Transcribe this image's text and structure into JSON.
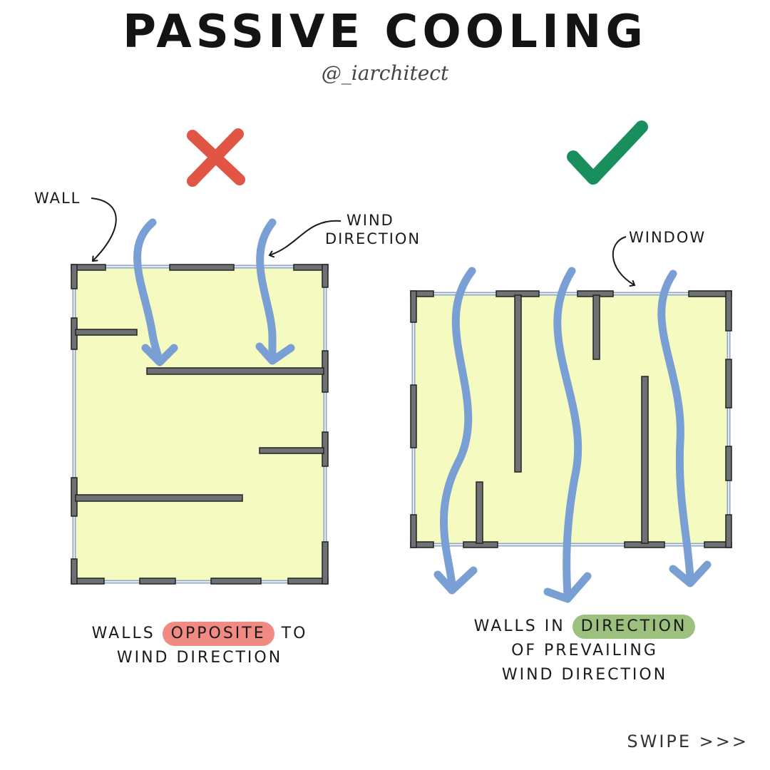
{
  "title": "PASSIVE COOLING",
  "handle": "@_iarchitect",
  "left_panel": {
    "status_icon": "cross-icon",
    "status_color": "#e05544",
    "labels": {
      "wall": "WALL",
      "wind_line1": "WIND",
      "wind_line2": "DIRECTION"
    },
    "caption": {
      "pre": "WALLS",
      "highlight": "OPPOSITE",
      "post": "TO",
      "line2": "WIND DIRECTION"
    },
    "highlight_color": "#f08a82"
  },
  "right_panel": {
    "status_icon": "check-icon",
    "status_color": "#1a8f5e",
    "labels": {
      "window": "WINDOW"
    },
    "caption": {
      "pre": "WALLS IN",
      "highlight": "DIRECTION",
      "line2": "OF PREVAILING",
      "line3": "WIND DIRECTION"
    },
    "highlight_color": "#9cc07e"
  },
  "colors": {
    "floor": "#f5fbc0",
    "wall": "#6e7074",
    "wind_arrow": "#7a9fd4"
  },
  "swipe": "SWIPE >>>"
}
